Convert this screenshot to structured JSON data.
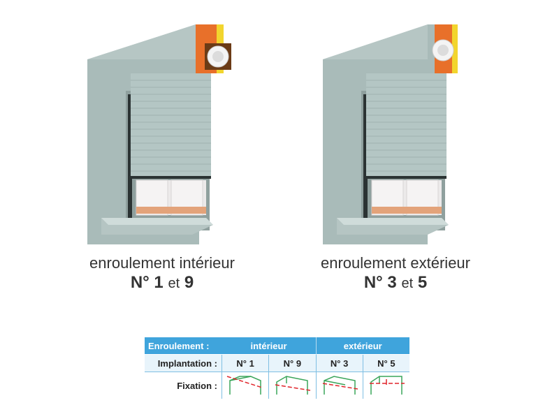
{
  "illustrations": [
    {
      "caption_line1": "enroulement intérieur",
      "caption_number": "N° 1",
      "caption_and": "et",
      "caption_number2": "9"
    },
    {
      "caption_line1": "enroulement extérieur",
      "caption_number": "N° 3",
      "caption_and": "et",
      "caption_number2": "5"
    }
  ],
  "table": {
    "header": {
      "label": "Enroulement :",
      "interior": "intérieur",
      "exterior": "extérieur"
    },
    "implantation": {
      "label": "Implantation :",
      "values": [
        "N° 1",
        "N° 9",
        "N° 3",
        "N° 5"
      ]
    },
    "fixation": {
      "label": "Fixation :"
    }
  },
  "colors": {
    "header_blue": "#3fa4dc",
    "wall_grey": "#a9bbb9",
    "shutter": "#b4c6c4",
    "insulation_orange": "#e8702a",
    "insulation_yellow": "#f2d52e",
    "marker_red": "#e0242a",
    "frame_green": "#3aa55a"
  }
}
